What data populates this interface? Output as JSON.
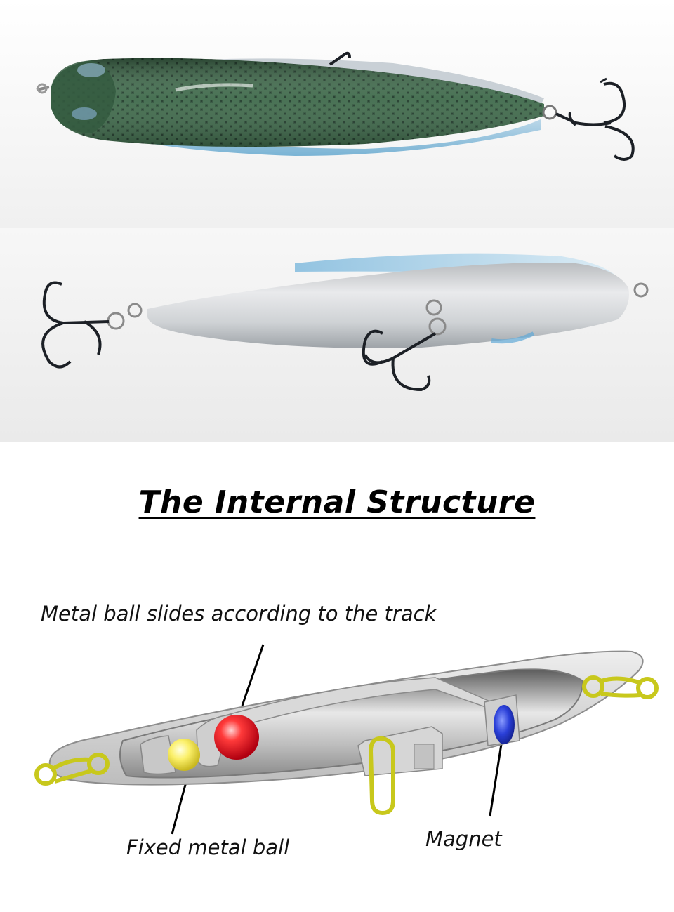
{
  "title": "The Internal Structure",
  "labels": {
    "track": "Metal ball slides according to the track",
    "fixed": "Fixed metal ball",
    "magnet": "Magnet"
  },
  "photos": [
    {
      "name": "lure-top-view",
      "body_color": "#2f4a36"
    },
    {
      "name": "lure-bottom-view",
      "body_color": "#d6d8da"
    }
  ],
  "colors": {
    "sliding_ball": "#e8202a",
    "fixed_ball": "#f4ea56",
    "magnet": "#2a3fd8",
    "rings": "#c8c81c",
    "shell": "#d4d4d4"
  }
}
